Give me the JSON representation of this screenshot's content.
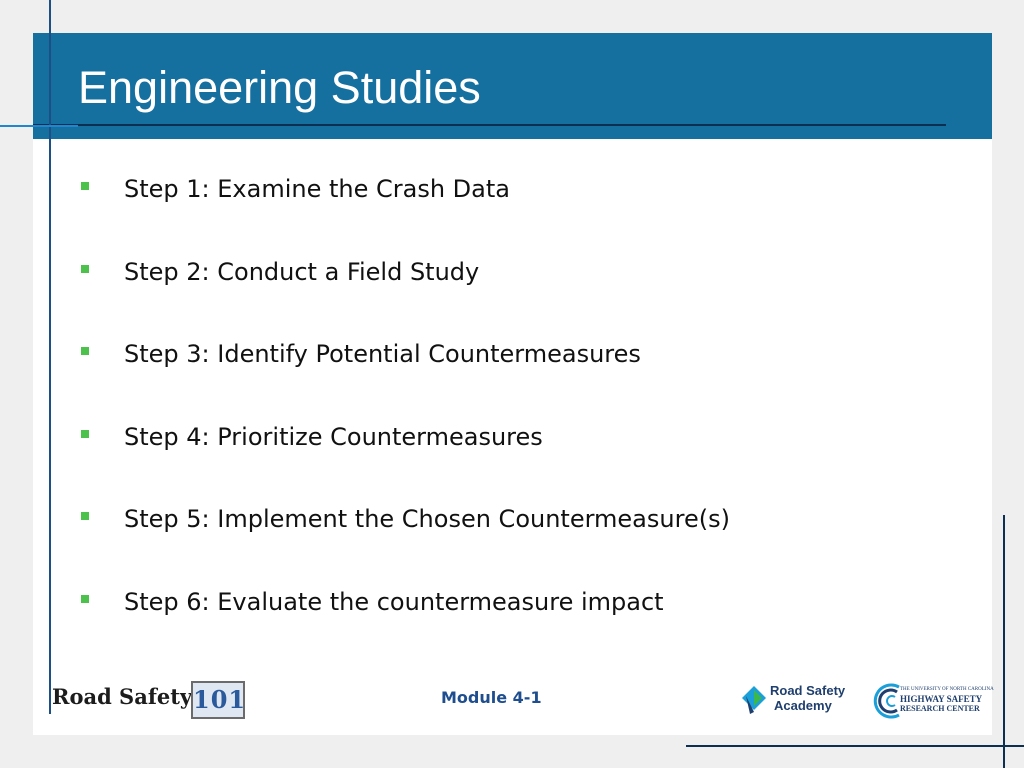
{
  "slide": {
    "title": "Engineering Studies",
    "bullets": [
      "Step 1: Examine the Crash Data",
      "Step 2: Conduct a Field Study",
      "Step 3: Identify Potential Countermeasures",
      "Step 4: Prioritize Countermeasures",
      "Step 5: Implement the Chosen Countermeasure(s)",
      "Step 6:  Evaluate the countermeasure impact"
    ],
    "footer": "Module 4-1"
  },
  "logos": {
    "road_safety_101": {
      "label": "Road Safety",
      "number": "101"
    },
    "road_safety_academy": {
      "line1": "Road Safety",
      "line2": "Academy"
    },
    "hsrc": {
      "line1": "THE UNIVERSITY OF NORTH CAROLINA",
      "line2": "HIGHWAY SAFETY",
      "line3": "RESEARCH CENTER"
    }
  },
  "colors": {
    "title_bar": "#16709f",
    "bullet": "#4cc14c",
    "footer_text": "#1f4e8f"
  }
}
